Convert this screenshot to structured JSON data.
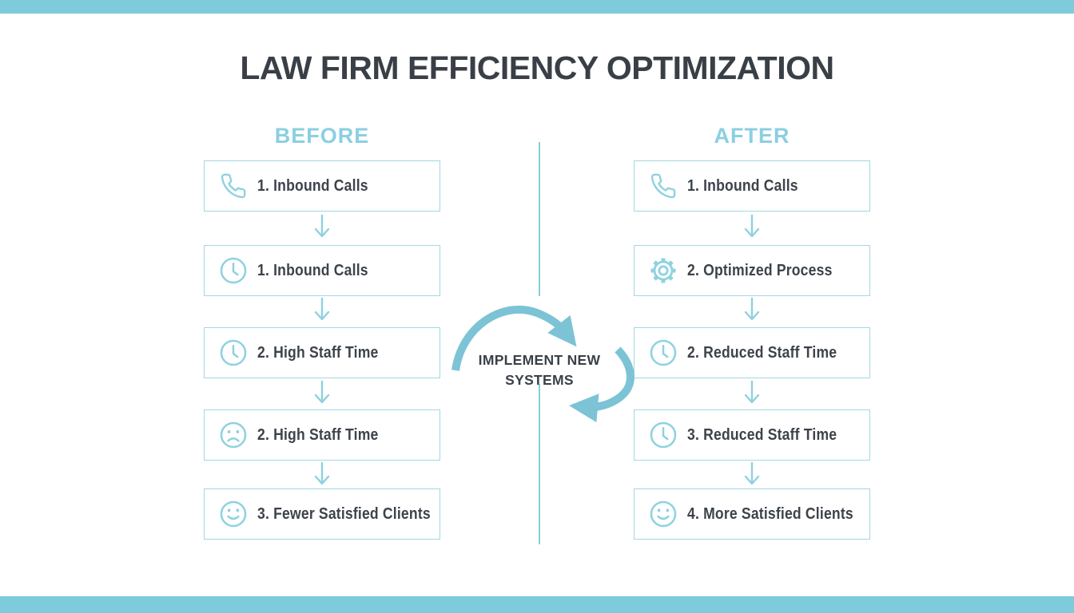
{
  "page": {
    "title": "LAW FIRM EFFICIENCY OPTIMIZATION"
  },
  "colors": {
    "accent_bar": "#7ecbdc",
    "heading_blue": "#8bcfe2",
    "box_border": "#a3d7e3",
    "icon_blue": "#8fd2e0",
    "flow_arrow_blue": "#90d0e0",
    "big_arrow_blue": "#7cc3d6",
    "text_dark": "#3d434b"
  },
  "center": {
    "label_line1": "IMPLEMENT NEW",
    "label_line2": "SYSTEMS"
  },
  "columns": [
    {
      "id": "before",
      "heading": "BEFORE",
      "steps": [
        {
          "icon": "phone-icon",
          "label": "1. Inbound Calls"
        },
        {
          "icon": "clock-icon",
          "label": "1. Inbound Calls"
        },
        {
          "icon": "clock-icon",
          "label": "2. High Staff Time"
        },
        {
          "icon": "sad-face-icon",
          "label": "2. High Staff Time"
        },
        {
          "icon": "happy-face-icon",
          "label": "3. Fewer Satisfied Clients"
        }
      ]
    },
    {
      "id": "after",
      "heading": "AFTER",
      "steps": [
        {
          "icon": "phone-icon",
          "label": "1. Inbound Calls"
        },
        {
          "icon": "gear-icon",
          "label": "2. Optimized Process"
        },
        {
          "icon": "clock-icon",
          "label": "2. Reduced Staff Time"
        },
        {
          "icon": "clock-icon",
          "label": "3. Reduced Staff Time"
        },
        {
          "icon": "happy-face-icon",
          "label": "4. More Satisfied Clients"
        }
      ]
    }
  ]
}
